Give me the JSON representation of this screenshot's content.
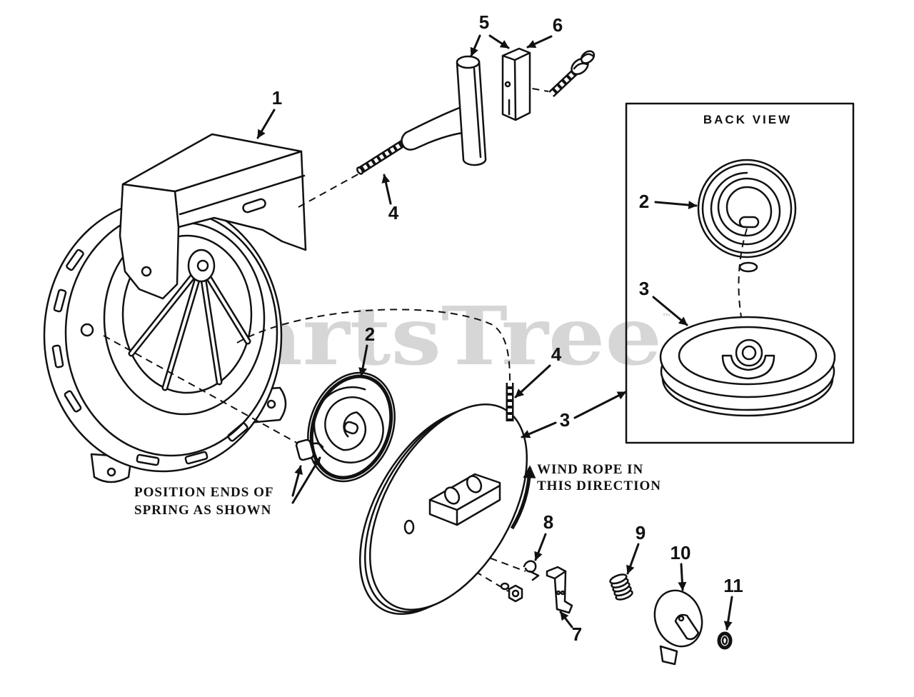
{
  "watermark": {
    "text": "PartsTree",
    "trademark": "™"
  },
  "callouts": [
    "1",
    "2",
    "3",
    "4",
    "4",
    "5",
    "6",
    "7",
    "8",
    "9",
    "10",
    "11"
  ],
  "back_view": {
    "title": "BACK VIEW",
    "callouts": [
      "2",
      "3"
    ]
  },
  "notes": {
    "wind_rope": [
      "WIND ROPE IN",
      "THIS DIRECTION"
    ],
    "position_spring": [
      "POSITION ENDS OF",
      "SPRING AS SHOWN"
    ]
  }
}
